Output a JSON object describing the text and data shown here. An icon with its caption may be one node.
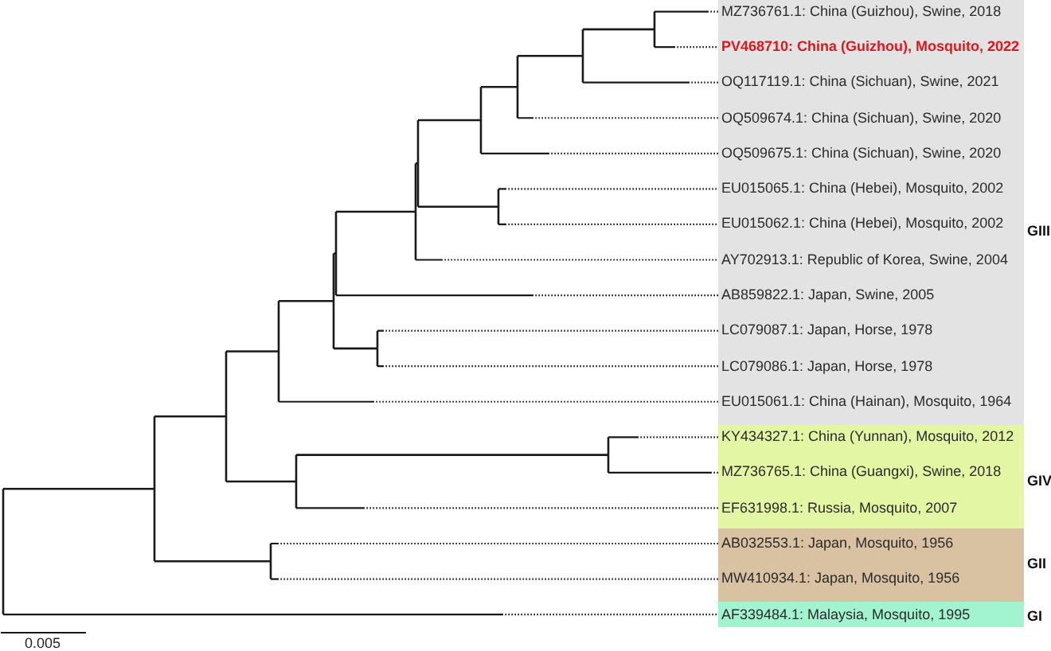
{
  "diagram": {
    "nodes": [
      {
        "text": [
          "GIII"
        ]
      },
      {
        "text": [
          "MZ736761.1: China (Guizhou), Swine, 2018"
        ],
        "in": 0
      },
      {
        "text": [
          "PV468710: China (Guizhou), Mosquito, 2022"
        ],
        "in": 0
      },
      {
        "text": [
          "OQ117119.1: China (Sichuan), Swine, 2021"
        ],
        "in": 0
      },
      {
        "text": [
          "OQ509674.1: China (Sichuan), Swine, 2020"
        ],
        "in": 0
      },
      {
        "text": [
          "OQ509675.1: China (Sichuan), Swine, 2020"
        ],
        "in": 0
      },
      {
        "text": [
          "EU015065.1: China (Hebei), Mosquito, 2002"
        ],
        "in": 0
      },
      {
        "text": [
          "EU015062.1: China (Hebei), Mosquito, 2002"
        ],
        "in": 0
      },
      {
        "text": [
          "AY702913.1: Republic of Korea, Swine, 2004"
        ],
        "in": 0
      },
      {
        "text": [
          "AB859822.1: Japan, Swine, 2005"
        ],
        "in": 0
      },
      {
        "text": [
          "LC079087.1: Japan, Horse, 1978"
        ],
        "in": 0
      },
      {
        "text": [
          "LC079086.1: Japan, Horse, 1978"
        ],
        "in": 0
      },
      {
        "text": [
          "EU015061.1: China (Hainan), Mosquito, 1964"
        ],
        "in": 0
      },
      {
        "text": [
          "GIV"
        ]
      },
      {
        "text": [
          "KY434327.1: China (Yunnan), Mosquito, 2012"
        ],
        "in": 13
      },
      {
        "text": [
          "MZ736765.1: China (Guangxi), Swine, 2018"
        ],
        "in": 13
      },
      {
        "text": [
          "EF631998.1: Russia, Mosquito, 2007"
        ],
        "in": 13
      },
      {
        "text": [
          "GII"
        ]
      },
      {
        "text": [
          "AB032553.1: Japan, Mosquito, 1956"
        ],
        "in": 17
      },
      {
        "text": [
          "MW410934.1: Japan, Mosquito, 1956"
        ],
        "in": 17
      },
      {
        "text": [
          "GI"
        ]
      },
      {
        "text": [
          "AF339484.1: Malaysia, Mosquito, 1995"
        ],
        "in": 20
      }
    ],
    "edges": [
      {
        "from": null,
        "to": 1,
        "arrow": "none"
      },
      {
        "from": null,
        "to": 2,
        "arrow": "none"
      },
      {
        "from": null,
        "to": 3,
        "arrow": "none"
      },
      {
        "from": null,
        "to": 4,
        "arrow": "none"
      },
      {
        "from": null,
        "to": 5,
        "arrow": "none"
      },
      {
        "from": null,
        "to": 6,
        "arrow": "none"
      },
      {
        "from": null,
        "to": 7,
        "arrow": "none"
      },
      {
        "from": null,
        "to": 8,
        "arrow": "none"
      },
      {
        "from": null,
        "to": 9,
        "arrow": "none"
      },
      {
        "from": null,
        "to": 10,
        "arrow": "none"
      },
      {
        "from": null,
        "to": 11,
        "arrow": "none"
      },
      {
        "from": null,
        "to": 12,
        "arrow": "none"
      },
      {
        "from": null,
        "to": 14,
        "arrow": "none"
      },
      {
        "from": null,
        "to": 15,
        "arrow": "none"
      },
      {
        "from": null,
        "to": 16,
        "arrow": "none"
      },
      {
        "from": null,
        "to": 18,
        "arrow": "none"
      },
      {
        "from": null,
        "to": 19,
        "arrow": "none"
      },
      {
        "from": null,
        "to": 21,
        "arrow": "none"
      }
    ],
    "labels": [
      "0.005"
    ]
  }
}
